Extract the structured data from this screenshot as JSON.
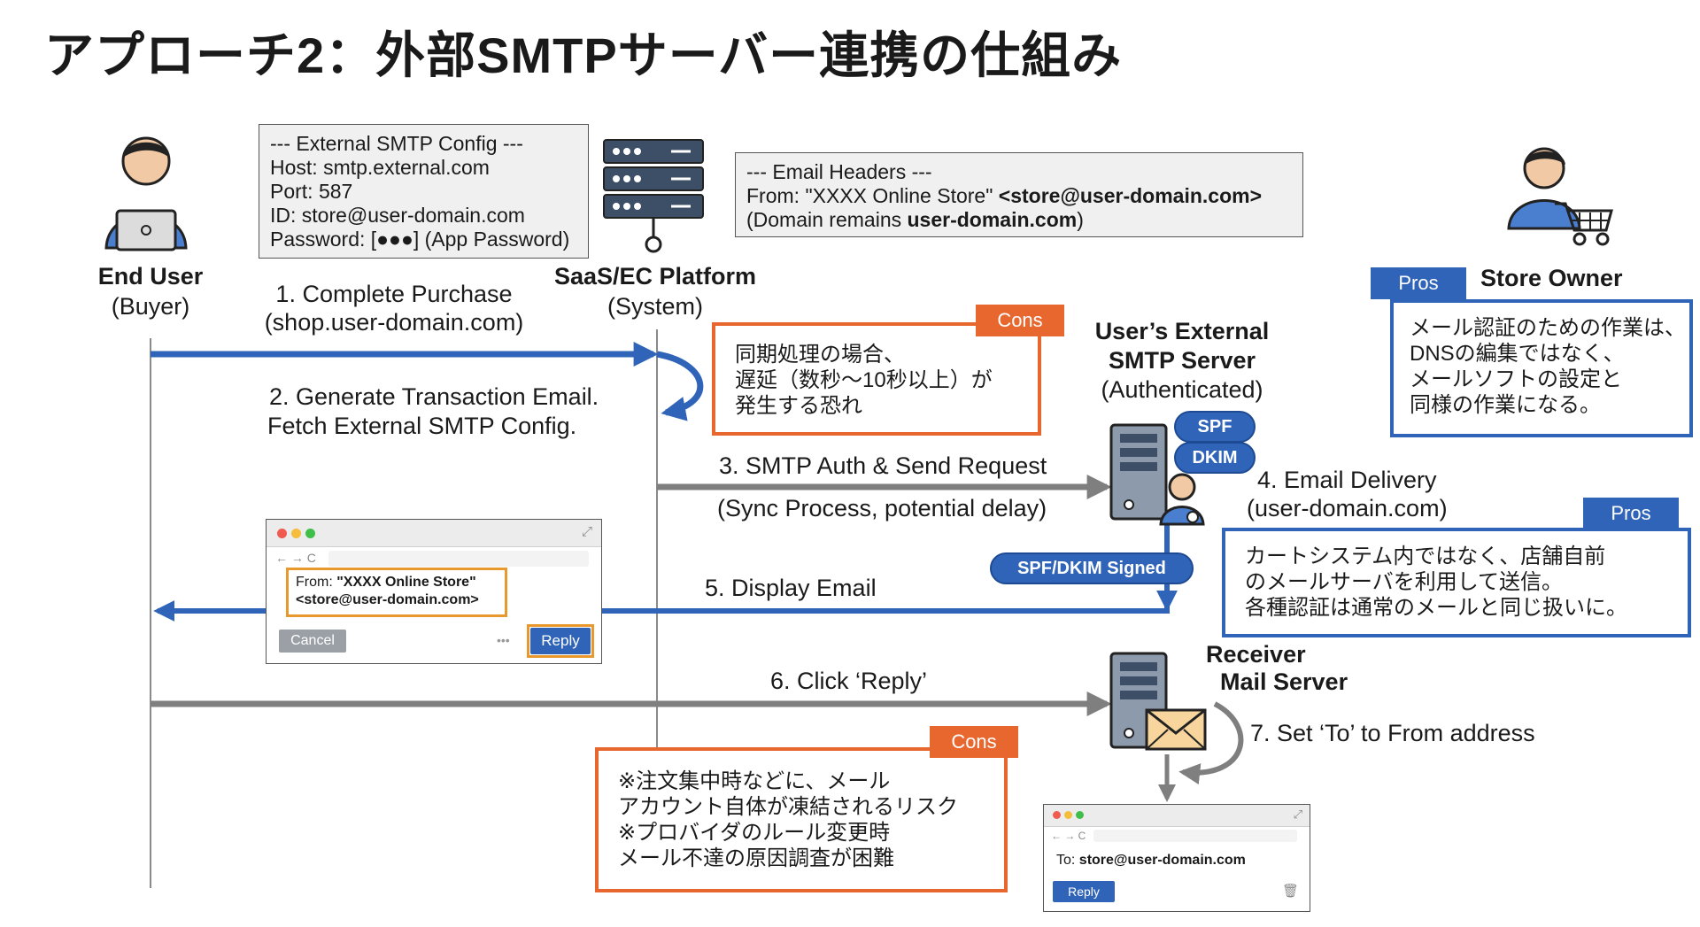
{
  "title": "アプローチ2：外部SMTPサーバー連携の仕組み",
  "colors": {
    "blue": "#2f64b8",
    "orange": "#e8672e",
    "gray": "#7f7f7f",
    "dark": "#1a1a1a"
  },
  "actors": {
    "end_user": {
      "name": "End User",
      "role": "(Buyer)",
      "icon": "user-laptop-icon"
    },
    "platform": {
      "name": "SaaS/EC Platform",
      "role": "(System)",
      "icon": "server-rack-icon"
    },
    "external_smtp": {
      "line1": "User’s External",
      "line2": "SMTP Server",
      "line3": "(Authenticated)",
      "icon": "server-tower-user-icon"
    },
    "receiver": {
      "line1": "Receiver",
      "line2": "Mail Server",
      "icon": "server-tower-mail-icon"
    },
    "store_owner": {
      "name": "Store Owner",
      "icon": "user-cart-icon"
    }
  },
  "config_box": {
    "lines": [
      "--- External SMTP Config ---",
      "Host: smtp.external.com",
      "Port: 587",
      "ID: store@user-domain.com",
      "Password: [●●●] (App Password)"
    ]
  },
  "headers_box": {
    "line1": "--- Email Headers ---",
    "line2_pre": "From: \"XXXX Online Store\" ",
    "line2_bold": "<store@user-domain.com>",
    "line3_pre": "(Domain remains ",
    "line3_bold": "user-domain.com",
    "line3_post": ")"
  },
  "steps": {
    "s1_a": "1. Complete Purchase",
    "s1_b": "(shop.user-domain.com)",
    "s2_a": "2. Generate Transaction Email.",
    "s2_b": "Fetch External SMTP Config.",
    "s3_a": "3. SMTP Auth & Send Request",
    "s3_b": "(Sync Process, potential delay)",
    "s4_a": "4. Email Delivery",
    "s4_b": "(user-domain.com)",
    "s5": "5. Display Email",
    "s6": "6. Click ‘Reply’",
    "s7": "7. Set ‘To’ to From address"
  },
  "badges": {
    "spf": "SPF",
    "dkim": "DKIM",
    "signed": "SPF/DKIM Signed"
  },
  "cons1": {
    "tag": "Cons",
    "lines": [
      "同期処理の場合、",
      "遅延（数秒〜10秒以上）が",
      "発生する恐れ"
    ]
  },
  "cons2": {
    "tag": "Cons",
    "lines": [
      "※注文集中時などに、メール",
      "アカウント自体が凍結されるリスク",
      "※プロバイダのルール変更時",
      "メール不達の原因調査が困難"
    ]
  },
  "pros1": {
    "tag": "Pros",
    "lines": [
      "メール認証のための作業は、",
      "DNSの編集ではなく、",
      "メールソフトの設定と",
      "同様の作業になる。"
    ]
  },
  "pros2": {
    "tag": "Pros",
    "lines": [
      "カートシステム内ではなく、店舗自前",
      "のメールサーバを利用して送信。",
      "各種認証は通常のメールと同じ扱いに。"
    ]
  },
  "browser1": {
    "from_label": "From: ",
    "from_name": "\"XXXX Online Store\"",
    "from_addr": "<store@user-domain.com>",
    "cancel": "Cancel",
    "reply": "Reply",
    "nav": "← → C"
  },
  "browser2": {
    "to_label": "To: ",
    "to_addr": "store@user-domain.com",
    "reply": "Reply",
    "nav": "← → C"
  }
}
